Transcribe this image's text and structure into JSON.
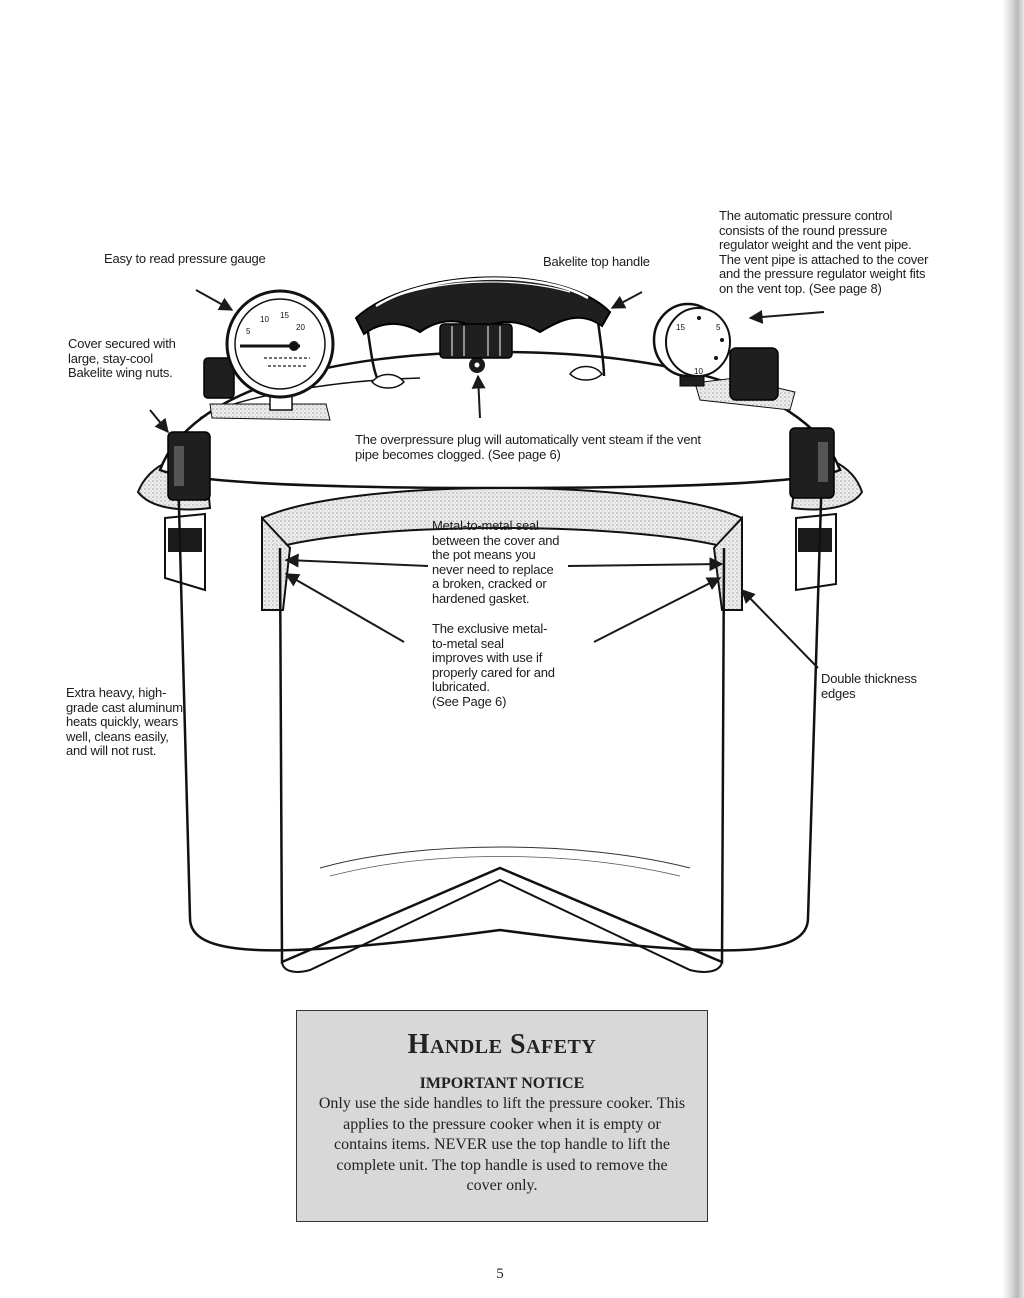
{
  "labels": {
    "pressure_gauge": "Easy to read pressure gauge",
    "top_handle": "Bakelite top handle",
    "pressure_control": "The automatic pressure control\nconsists of the round pressure\nregulator weight and the vent pipe.\nThe vent pipe is attached to the cover\nand the pressure regulator weight fits\non the vent top. (See page 8)",
    "wing_nuts": "Cover secured with\nlarge, stay-cool\nBakelite wing nuts.",
    "overpressure_plug": "The overpressure plug will automatically vent steam if the vent\npipe becomes clogged. (See page 6)",
    "metal_seal": "Metal-to-metal seal\nbetween the cover and\nthe pot means you\nnever need to replace\na broken, cracked or\nhardened gasket.",
    "exclusive_seal": "The exclusive metal-\nto-metal seal\nimproves with use if\nproperly cared for and\nlubricated.\n(See Page 6)",
    "aluminum": "Extra heavy, high-\ngrade cast aluminum\nheats quickly, wears\nwell, cleans easily,\nand will not rust.",
    "double_edges": "Double thickness\nedges"
  },
  "gauge_marks": [
    "5",
    "10",
    "15",
    "20"
  ],
  "regulator_marks": [
    "15",
    "5",
    "10"
  ],
  "notice": {
    "title": "Handle Safety",
    "subtitle": "IMPORTANT NOTICE",
    "body": "Only use the side handles to lift the pressure cooker. This applies to the pressure cooker when it is empty or contains items. NEVER use the top handle to lift the complete unit. The top handle is used to remove the cover only."
  },
  "page_number": "5"
}
